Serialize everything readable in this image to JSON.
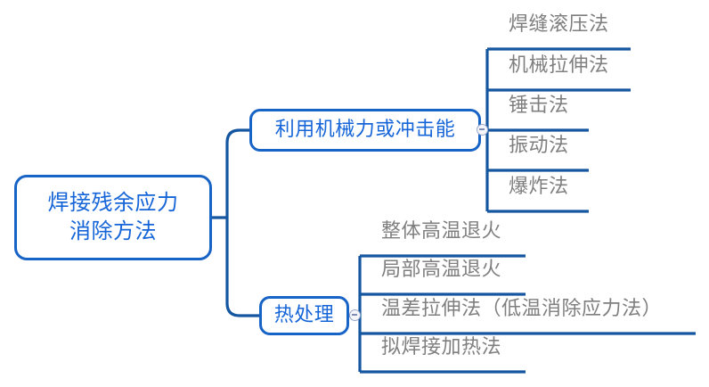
{
  "diagram": {
    "type": "mindmap",
    "orientation": "left-to-right",
    "title": "焊接残余应力消除方法",
    "background_color": "#ffffff",
    "node_border_color": "#1763c6",
    "node_text_color": "#1565d8",
    "connector_color": "#1456a0",
    "leaf_text_color": "#7f7f7f",
    "leaf_underline_color": "#1456a0"
  },
  "root": {
    "label": "焊接残余应力\n消除方法"
  },
  "branches": [
    {
      "label": "利用机械力或冲击能",
      "collapse_icon": "minus-circle-icon",
      "collapsed": false,
      "children": [
        {
          "label": "焊缝滚压法"
        },
        {
          "label": "机械拉伸法"
        },
        {
          "label": "锤击法"
        },
        {
          "label": "振动法"
        },
        {
          "label": "爆炸法"
        }
      ]
    },
    {
      "label": "热处理",
      "collapse_icon": "minus-circle-icon",
      "collapsed": false,
      "children": [
        {
          "label": "整体高温退火"
        },
        {
          "label": "局部高温退火"
        },
        {
          "label": "温差拉伸法（低温消除应力法）"
        },
        {
          "label": "拟焊接加热法"
        }
      ]
    }
  ]
}
